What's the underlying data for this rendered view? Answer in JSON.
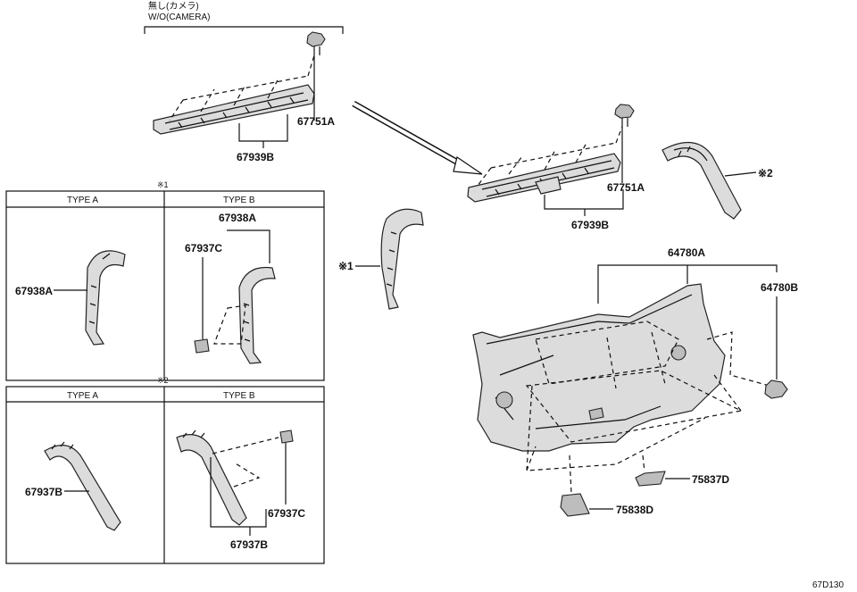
{
  "top": {
    "note_jp": "無し(カメラ)",
    "note_en": "W/O(CAMERA)"
  },
  "labels": {
    "p67751a_top": "67751A",
    "p67939b_top": "67939B",
    "p67751a_right": "67751A",
    "p67939b_right": "67939B",
    "ref2_side": "※2",
    "ref1_side": "※1",
    "p64780a": "64780A",
    "p64780b": "64780B",
    "p75837d": "75837D",
    "p75838d": "75838D",
    "diagram_code": "67D130"
  },
  "box1": {
    "ref": "※1",
    "type_a": "TYPE A",
    "type_b": "TYPE B",
    "a_part": "67938A",
    "b_part_top": "67938A",
    "b_part_left": "67937C"
  },
  "box2": {
    "ref": "※2",
    "type_a": "TYPE A",
    "type_b": "TYPE B",
    "a_part": "67937B",
    "b_part_right": "67937C",
    "b_part_bottom": "67937B"
  }
}
